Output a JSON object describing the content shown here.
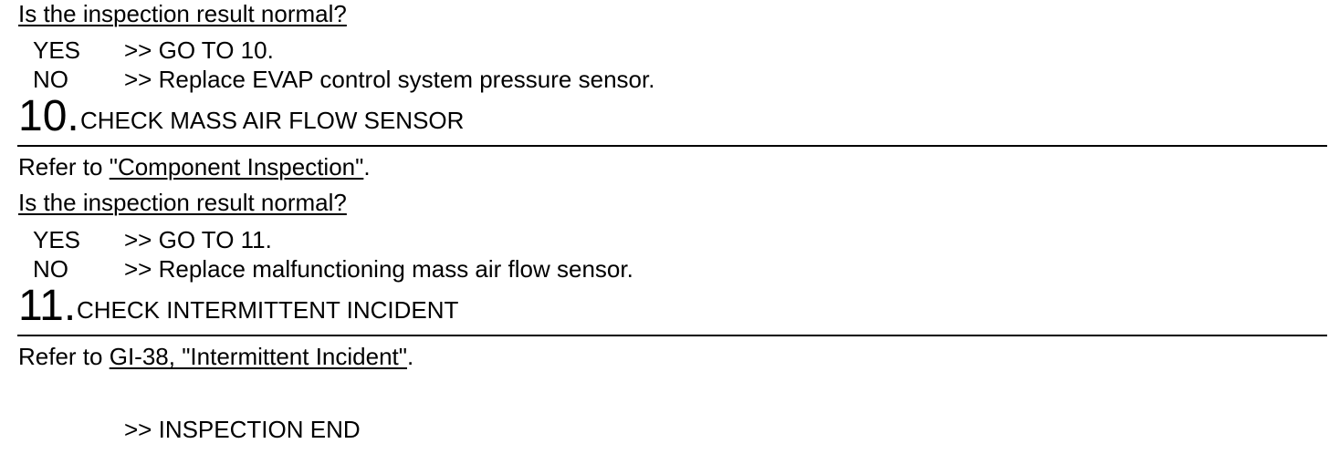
{
  "q1": {
    "question": "Is the inspection result normal?",
    "yes_label": "YES",
    "yes_action": ">> GO TO 10.",
    "no_label": "NO",
    "no_action": ">> Replace EVAP control system pressure sensor."
  },
  "step10": {
    "number": "10.",
    "title": "CHECK MASS AIR FLOW SENSOR",
    "refer_prefix": "Refer to ",
    "refer_link": "\"Component Inspection\"",
    "refer_suffix": ".",
    "question": "Is the inspection result normal?",
    "yes_label": "YES",
    "yes_action": ">> GO TO 11.",
    "no_label": "NO",
    "no_action": ">> Replace malfunctioning mass air flow sensor."
  },
  "step11": {
    "number": "11.",
    "title": "CHECK INTERMITTENT INCIDENT",
    "refer_prefix": "Refer to ",
    "refer_link": "GI-38, \"Intermittent Incident\"",
    "refer_suffix": ".",
    "end_action": ">> INSPECTION END"
  }
}
